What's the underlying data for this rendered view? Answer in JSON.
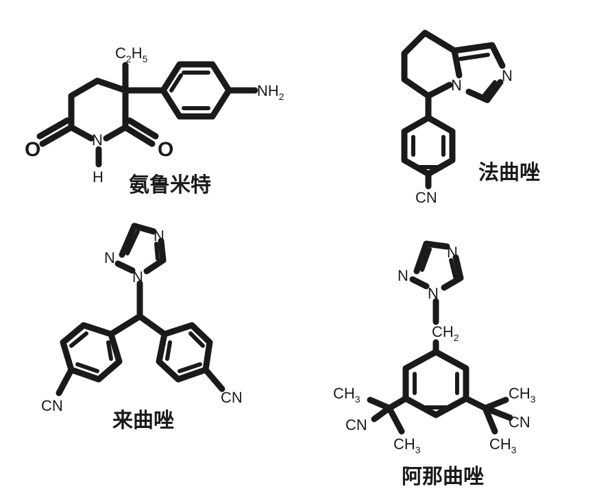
{
  "molecules": [
    {
      "name": "氨鲁米特",
      "labels": {
        "ethyl_main": "C",
        "ethyl_sub1": "2",
        "ethyl_h": "H",
        "ethyl_sub2": "5",
        "amine": "NH",
        "amine_sub": "2",
        "ring_n": "N",
        "imide_h": "H",
        "oxo_left": "O",
        "oxo_right": "O"
      }
    },
    {
      "name": "法曲唑",
      "labels": {
        "n_fused": "N",
        "n_ring": "N",
        "nitrile": "CN"
      }
    },
    {
      "name": "来曲唑",
      "labels": {
        "n1": "N",
        "n2": "N",
        "n4": "N",
        "nitrile_left": "CN",
        "nitrile_right": "CN"
      }
    },
    {
      "name": "阿那曲唑",
      "labels": {
        "n1": "N",
        "n2": "N",
        "n4": "N",
        "ch2": "CH",
        "ch2_sub": "2",
        "me": "CH",
        "me_sub": "3",
        "nitrile": "CN"
      }
    }
  ]
}
